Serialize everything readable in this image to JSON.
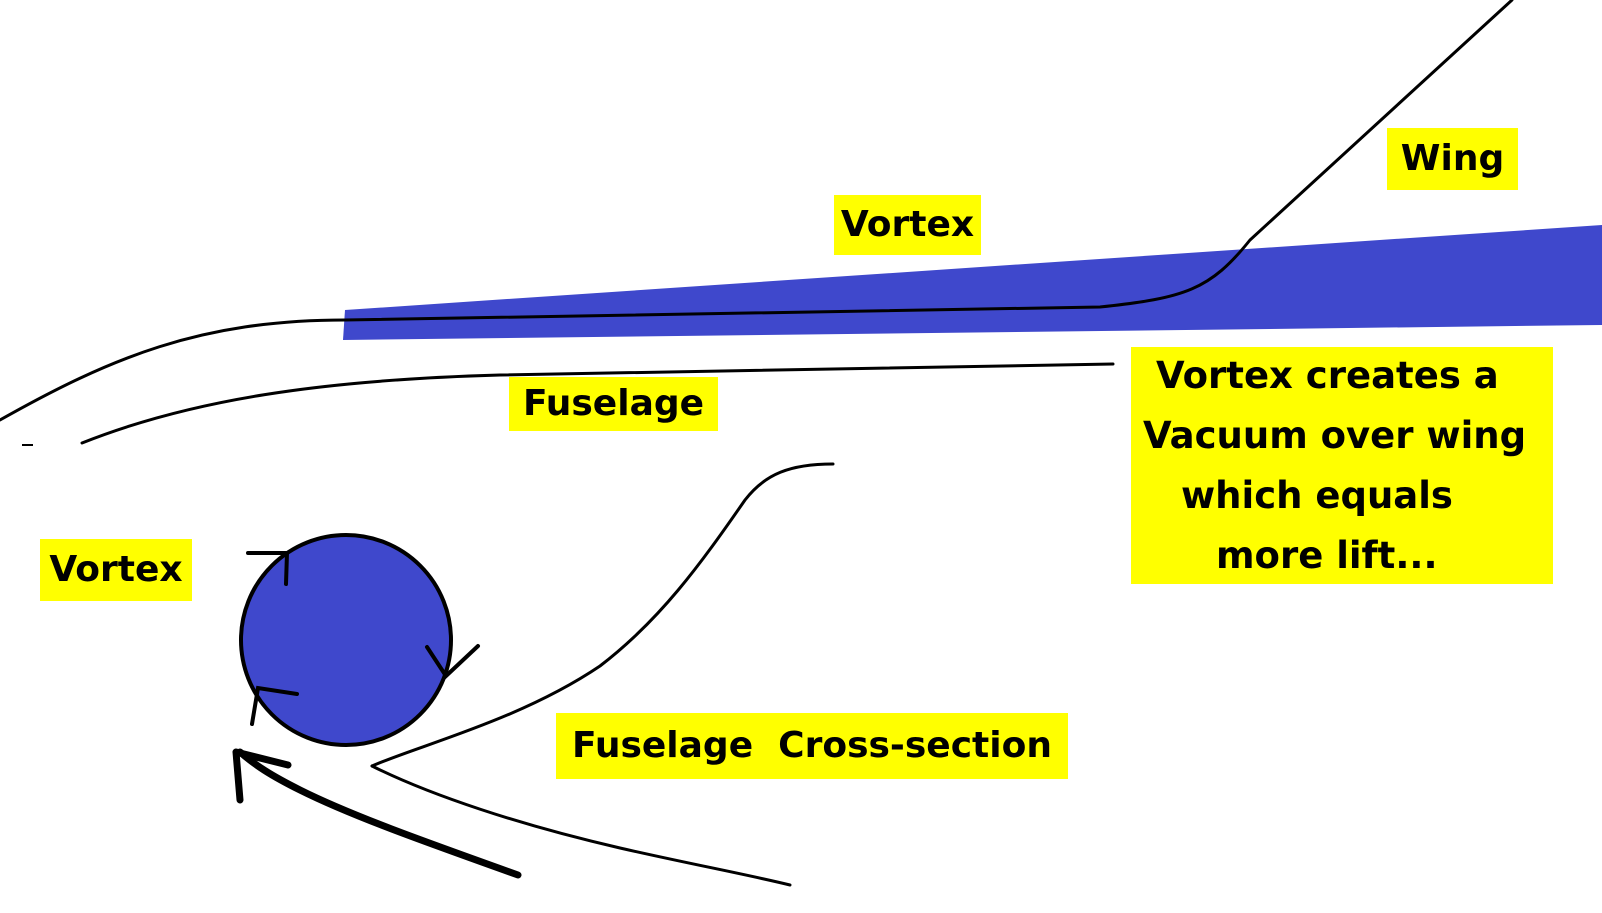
{
  "labels": {
    "vortex_top": "Vortex",
    "wing": "Wing",
    "fuselage": "Fuselage",
    "vortex_left": "Vortex",
    "fuselage_cross_section": "Fuselage  Cross-section"
  },
  "note": {
    "lines": [
      "Vortex creates a",
      "Vacuum over wing",
      "which equals",
      "more lift..."
    ]
  },
  "colors": {
    "vortex_fill": "#3f48cc",
    "label_bg": "#ffff00",
    "stroke": "#000000",
    "background": "#ffffff"
  }
}
